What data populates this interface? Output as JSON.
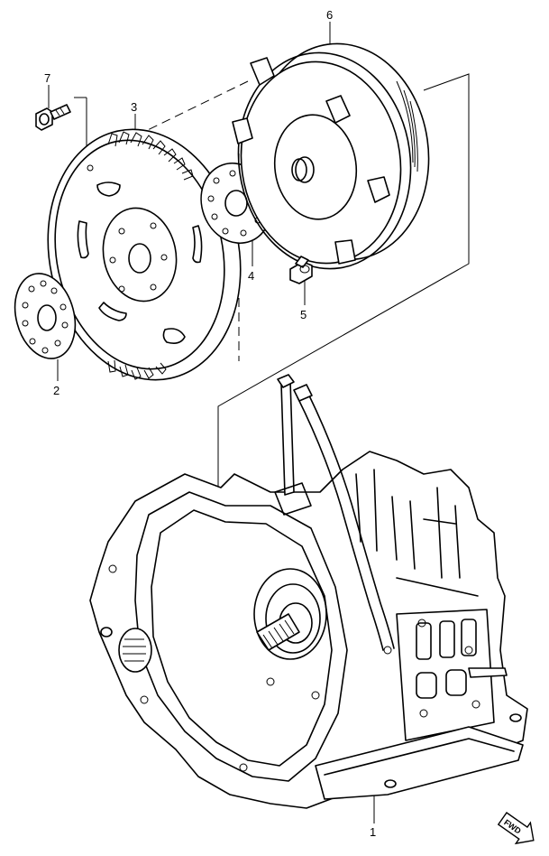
{
  "callouts": {
    "c1": "1",
    "c2": "2",
    "c3": "3",
    "c4": "4",
    "c5": "5",
    "c6": "6",
    "c7": "7"
  },
  "fwd_badge": "FWD",
  "icons": {
    "forward_arrow": "forward-arrow-icon"
  }
}
